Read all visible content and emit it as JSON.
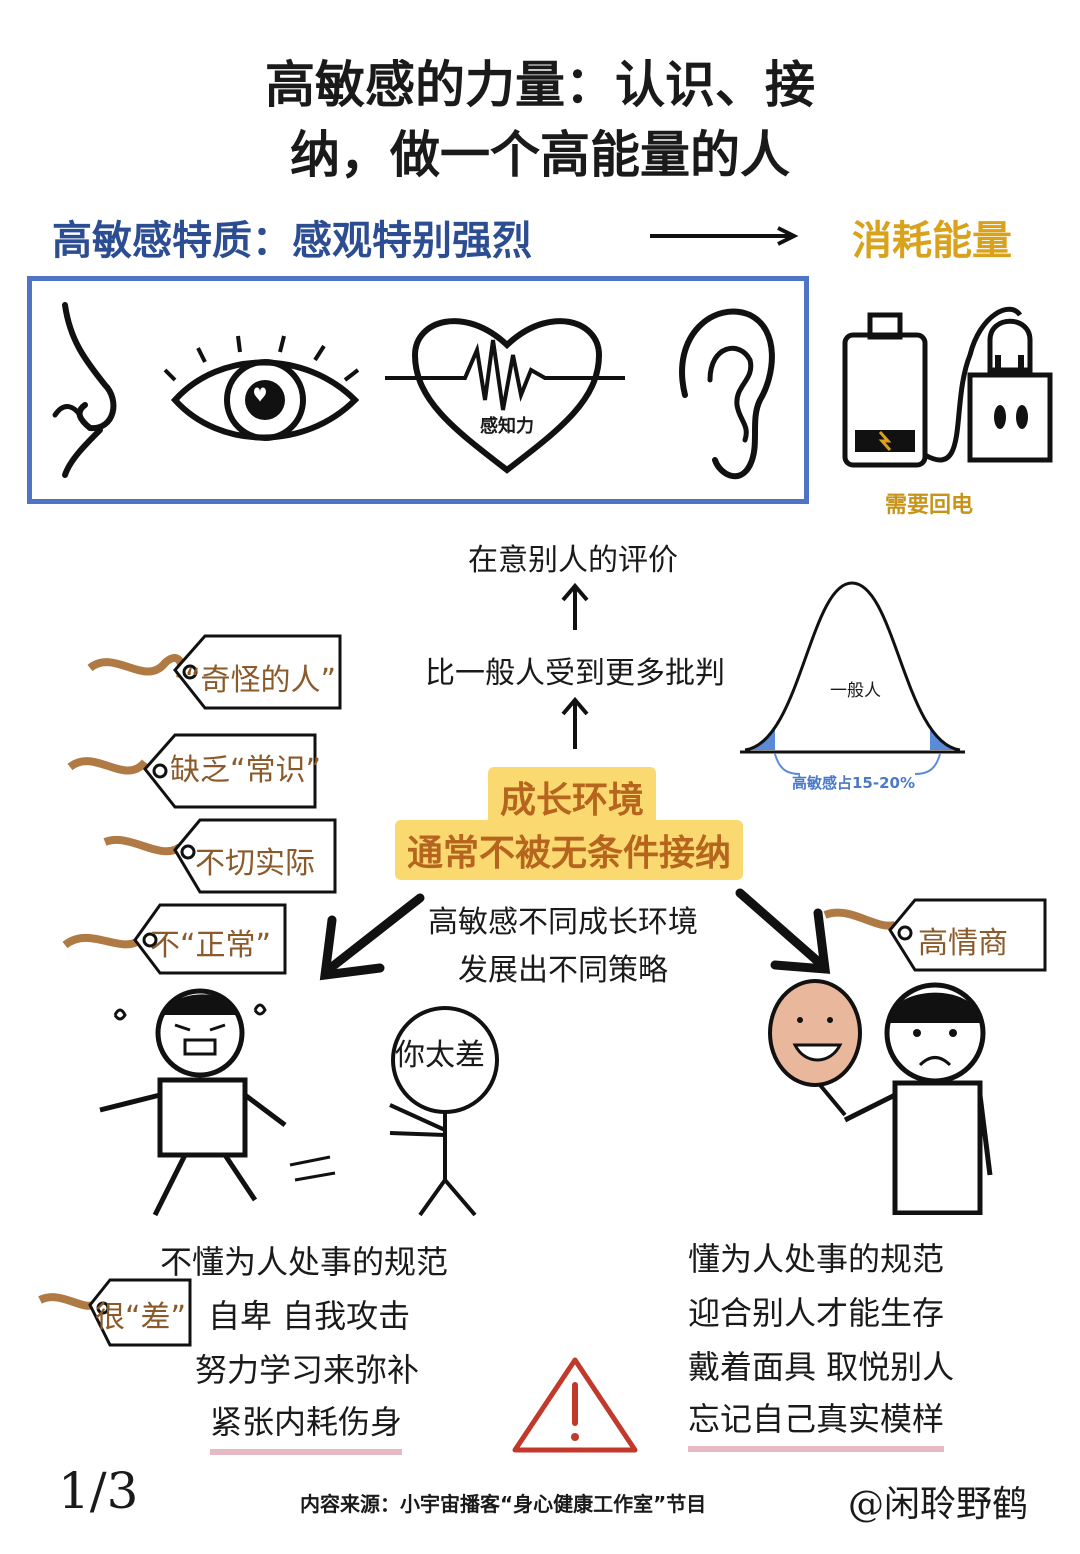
{
  "title": {
    "line1": "高敏感的力量：认识、接",
    "line2": "纳，做一个高能量的人"
  },
  "trait_heading": "高敏感特质：感观特别强烈",
  "consume_heading": "消耗能量",
  "heart_label": "感知力",
  "recharge_label": "需要回电",
  "chain": {
    "top": "在意别人的评价",
    "middle": "比一般人受到更多批判"
  },
  "bell_curve": {
    "center_label": "一般人",
    "tail_label": "高敏感占15-20%"
  },
  "environment": {
    "line1": "成长环境",
    "line2": "通常不被无条件接纳"
  },
  "strategy": {
    "line1": "高敏感不同成长环境",
    "line2": "发展出不同策略"
  },
  "tags_left": [
    "“奇怪的人”",
    "缺乏“常识”",
    "不切实际",
    "不“正常”"
  ],
  "tag_right": "高情商",
  "tag_bottom": "很“差”",
  "speech_text": "你太差",
  "left_list": [
    "不懂为人处事的规范",
    "自卑 自我攻击",
    "努力学习来弥补",
    "紧张内耗伤身"
  ],
  "right_list": [
    "懂为人处事的规范",
    "迎合别人才能生存",
    "戴着面具 取悦别人",
    "忘记自己真实模样"
  ],
  "page_number": "1/3",
  "source": "内容来源：小宇宙播客“身心健康工作室”节目",
  "signature": "@闲聆野鹤",
  "colors": {
    "blue": "#2c4d92",
    "box_blue": "#4f74c4",
    "gold": "#d9a21d",
    "highlight": "#fbd971",
    "tag_brown": "#8b5a2b",
    "warning_red": "#c0392b"
  }
}
